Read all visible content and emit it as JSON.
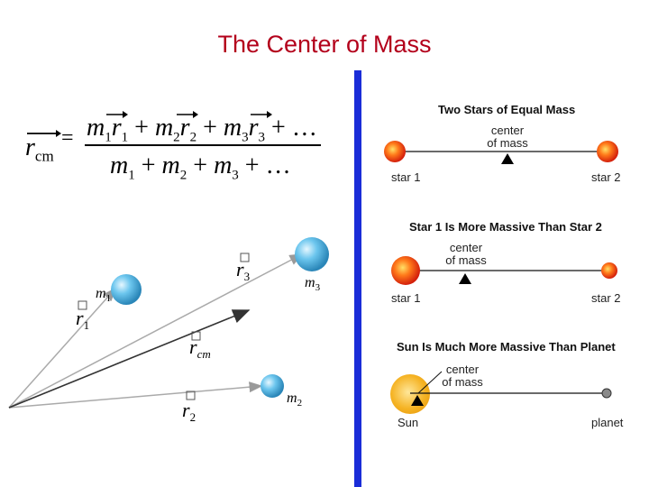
{
  "title": "The Center of Mass",
  "equation": {
    "lhs_symbol": "r",
    "lhs_subscript": "cm",
    "equals": "=",
    "numerator": {
      "m": "m",
      "r": "r",
      "s1": "1",
      "s2": "2",
      "s3": "3",
      "plus": "+",
      "ellipsis": "…"
    },
    "denominator": {
      "m": "m",
      "s1": "1",
      "s2": "2",
      "s3": "3",
      "plus": "+",
      "ellipsis": "…"
    }
  },
  "vector_diagram": {
    "labels": {
      "m1": "m",
      "m1_sub": "1",
      "m2": "m",
      "m2_sub": "2",
      "m3": "m",
      "m3_sub": "3",
      "r1": "r",
      "r1_sub": "1",
      "r2": "r",
      "r2_sub": "2",
      "r3": "r",
      "r3_sub": "3",
      "rcm": "r",
      "rcm_sub": "cm"
    }
  },
  "panels": [
    {
      "title": "Two Stars of Equal Mass",
      "center_label_line1": "center",
      "center_label_line2": "of mass",
      "left_label": "star 1",
      "right_label": "star 2"
    },
    {
      "title": "Star 1 Is More Massive Than Star 2",
      "center_label_line1": "center",
      "center_label_line2": "of mass",
      "left_label": "star 1",
      "right_label": "star 2"
    },
    {
      "title": "Sun Is Much More Massive Than Planet",
      "center_label_line1": "center",
      "center_label_line2": "of mass",
      "left_label": "Sun",
      "right_label": "planet"
    }
  ],
  "colors": {
    "title": "#b3001b",
    "divider": "#1a2dd8",
    "star_red": "#e8350c",
    "sun_yellow": "#f2b21a",
    "ball_blue": "#4fb7e6"
  }
}
